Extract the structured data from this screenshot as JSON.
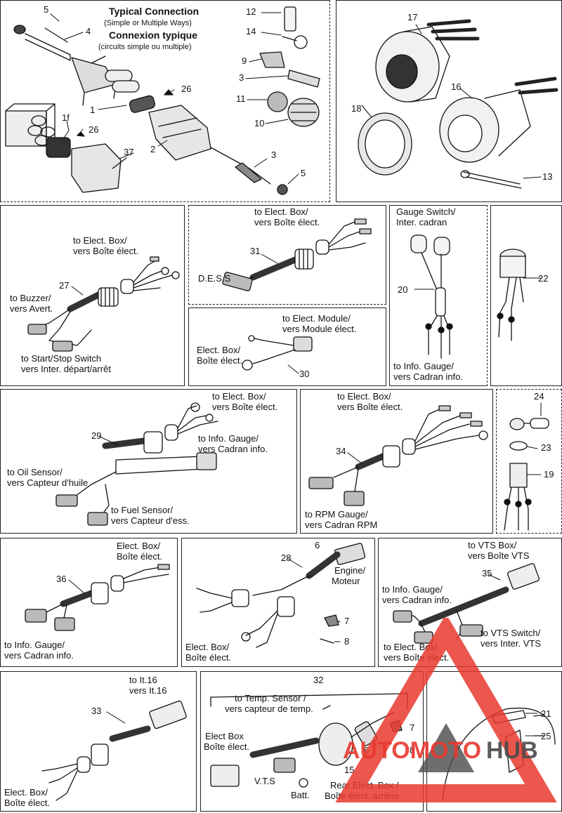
{
  "panel1": {
    "title": "Typical Connection",
    "title_sub": "(Simple or Multiple Ways)",
    "title_fr": "Connexion typique",
    "title_fr_sub": "(circuits simple ou multiple)",
    "n5a": "5",
    "n4": "4",
    "n12": "12",
    "n14": "14",
    "n9": "9",
    "n3a": "3",
    "n11": "11",
    "n10": "10",
    "n26a": "26",
    "n1": "1",
    "n1f": "1f",
    "n26b": "26",
    "n2": "2",
    "n37": "37",
    "n3b": "3",
    "n5b": "5"
  },
  "panel2": {
    "n17": "17",
    "n16": "16",
    "n18": "18",
    "n13": "13"
  },
  "panel27": {
    "elect_box_en": "to Elect. Box/",
    "elect_box_fr": "vers Boîte élect.",
    "buzzer_en": "to Buzzer/",
    "buzzer_fr": "vers Avert.",
    "switch_en": "to Start/Stop Switch",
    "switch_fr": "vers Inter. départ/arrêt",
    "num": "27"
  },
  "panel31": {
    "elect_box_en": "to Elect. Box/",
    "elect_box_fr": "vers Boîte élect.",
    "dess": "D.E.S.S",
    "num": "31"
  },
  "panel30": {
    "module_en": "to Elect. Module/",
    "module_fr": "vers Module élect.",
    "box_en": "Elect. Box/",
    "box_fr": "Boîte élect.",
    "num": "30"
  },
  "panel20": {
    "switch_en": "Gauge Switch/",
    "switch_fr": "Inter. cadran",
    "info_en": "to Info. Gauge/",
    "info_fr": "vers Cadran info.",
    "num": "20"
  },
  "panel22": {
    "num": "22"
  },
  "panel29": {
    "elect_box_en": "to Elect. Box/",
    "elect_box_fr": "vers Boîte élect.",
    "info_en": "to Info. Gauge/",
    "info_fr": "vers Cadran info.",
    "oil_en": "to Oil Sensor/",
    "oil_fr": "vers Capteur d'huile",
    "fuel_en": "to Fuel Sensor/",
    "fuel_fr": "vers Capteur d'ess.",
    "num": "29"
  },
  "panel34": {
    "elect_box_en": "to Elect. Box/",
    "elect_box_fr": "vers Boîte élect.",
    "rpm_en": "to RPM Gauge/",
    "rpm_fr": "vers Cadran RPM",
    "num": "34"
  },
  "panel19": {
    "n24": "24",
    "n23": "23",
    "n19": "19"
  },
  "panel36": {
    "elect_box_en": "Elect. Box/",
    "elect_box_fr": "Boîte élect.",
    "info_en": "to Info. Gauge/",
    "info_fr": "vers Cadran info.",
    "num": "36"
  },
  "panel28": {
    "n6": "6",
    "n28": "28",
    "engine_en": "Engine/",
    "engine_fr": "Moteur",
    "n7": "7",
    "n8": "8",
    "box_en": "Elect. Box/",
    "box_fr": "Boîte élect."
  },
  "panel35": {
    "vts_box_en": "to VTS Box/",
    "vts_box_fr": "vers Boîte VTS",
    "info_en": "to Info. Gauge/",
    "info_fr": "vers Cadran info.",
    "vts_sw_en": "to VTS Switch/",
    "vts_sw_fr": "vers Inter. VTS",
    "box_en": "to Elect. Box/",
    "box_fr": "vers Boîte élect.",
    "num": "35"
  },
  "panel33": {
    "it_en": "to It.16",
    "it_fr": "vers It.16",
    "box_en": "Elect. Box/",
    "box_fr": "Boîte élect.",
    "num": "33"
  },
  "panel32": {
    "num": "32",
    "temp_en": "to Temp. Sensor /",
    "temp_fr": "vers capteur de temp.",
    "box_en": "Elect Box",
    "box_fr": "Boîte élect.",
    "vts": "V.T.S",
    "batt": "Batt.",
    "rear_en": "Rear Elect. Box /",
    "rear_fr": "Boîte élect. arrière",
    "n7": "7",
    "n6": "6",
    "n8": "8",
    "n15": "15"
  },
  "panel21": {
    "n21": "21",
    "n25": "25"
  },
  "watermark": {
    "part1": "AUTOMOTO",
    "part2": "HUB"
  },
  "colors": {
    "line": "#111111",
    "watermark_red": "#e8382e",
    "watermark_grey": "#4a4a4a"
  }
}
